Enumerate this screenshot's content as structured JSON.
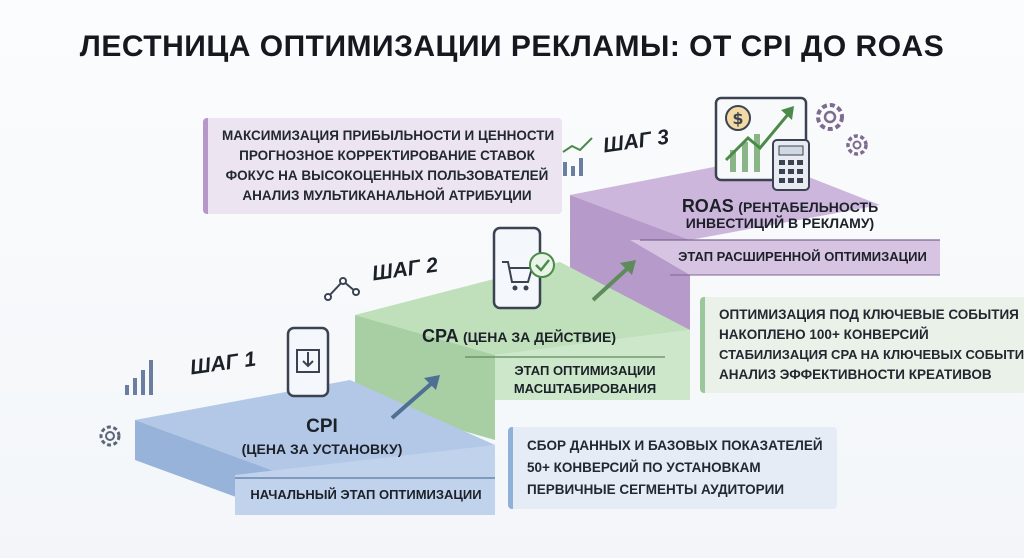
{
  "title": "ЛЕСТНИЦА ОПТИМИЗАЦИИ РЕКЛАМЫ: ОТ CPI ДО ROAS",
  "steps": [
    {
      "step_label": "ШАГ 1",
      "name": "CPI",
      "name_detail": "(ЦЕНА ЗА УСТАНОВКУ)",
      "phase": "НАЧАЛЬНЫЙ ЭТАП ОПТИМИЗАЦИИ",
      "bullets": [
        "СБОР ДАННЫХ И БАЗОВЫХ ПОКАЗАТЕЛЕЙ",
        "50+ КОНВЕРСИЙ ПО УСТАНОВКАМ",
        "ПЕРВИЧНЫЕ СЕГМЕНТЫ АУДИТОРИИ"
      ],
      "color": "#a9c1e3"
    },
    {
      "step_label": "ШАГ 2",
      "name": "CPA",
      "name_detail": "(ЦЕНА ЗА ДЕЙСТВИЕ)",
      "phase_lines": [
        "ЭТАП ОПТИМИЗАЦИИ",
        "МАСШТАБИРОВАНИЯ"
      ],
      "bullets": [
        "ОПТИМИЗАЦИЯ ПОД КЛЮЧЕВЫЕ СОБЫТИЯ",
        "НАКОПЛЕНО 100+ КОНВЕРСИЙ",
        "СТАБИЛИЗАЦИЯ CPA НА КЛЮЧЕВЫХ СОБЫТИЯХ",
        "АНАЛИЗ ЭФФЕКТИВНОСТИ КРЕАТИВОВ"
      ],
      "color": "#b9dbb5"
    },
    {
      "step_label": "ШАГ 3",
      "name": "ROAS",
      "name_detail_lines": [
        "(РЕНТАБЕЛЬНОСТЬ",
        "ИНВЕСТИЦИЙ В РЕКЛАМУ)"
      ],
      "phase": "ЭТАП РАСШИРЕННОЙ ОПТИМИЗАЦИИ",
      "bullets": [
        "МАКСИМИЗАЦИЯ ПРИБЫЛЬНОСТИ И ЦЕННОСТИ",
        "ПРОГНОЗНОЕ КОРРЕКТИРОВАНИЕ СТАВОК",
        "ФОКУС НА ВЫСОКОЦЕННЫХ ПОЛЬЗОВАТЕЛЕЙ",
        "АНАЛИЗ МУЛЬТИКАНАЛЬНОЙ АТРИБУЦИИ"
      ],
      "color": "#c9b0d8"
    }
  ],
  "icons": [
    "bar-chart-icon",
    "gear-icon",
    "download-phone-icon",
    "trend-line-icon",
    "shopping-cart-phone-icon",
    "line-chart-icon",
    "money-growth-monitor-icon",
    "calculator-icon",
    "gears-icon",
    "arrow-up-right-icon"
  ]
}
